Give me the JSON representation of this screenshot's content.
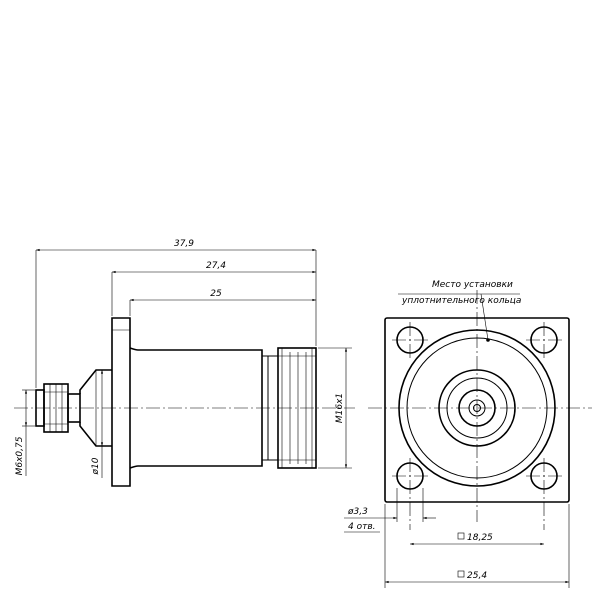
{
  "dimensions": {
    "overall_length": "37,9",
    "body_length": "27,4",
    "flange_to_end": "25",
    "thread_main": "M16x1",
    "thread_small": "M6x0,75",
    "dia_10": "ø10",
    "hole_dia": "ø3,3",
    "hole_count": "4 отв.",
    "hole_spacing": "18,25",
    "flange_size": "25,4"
  },
  "callout": {
    "line1": "Место установки",
    "line2": "уплотнительного кольца"
  }
}
